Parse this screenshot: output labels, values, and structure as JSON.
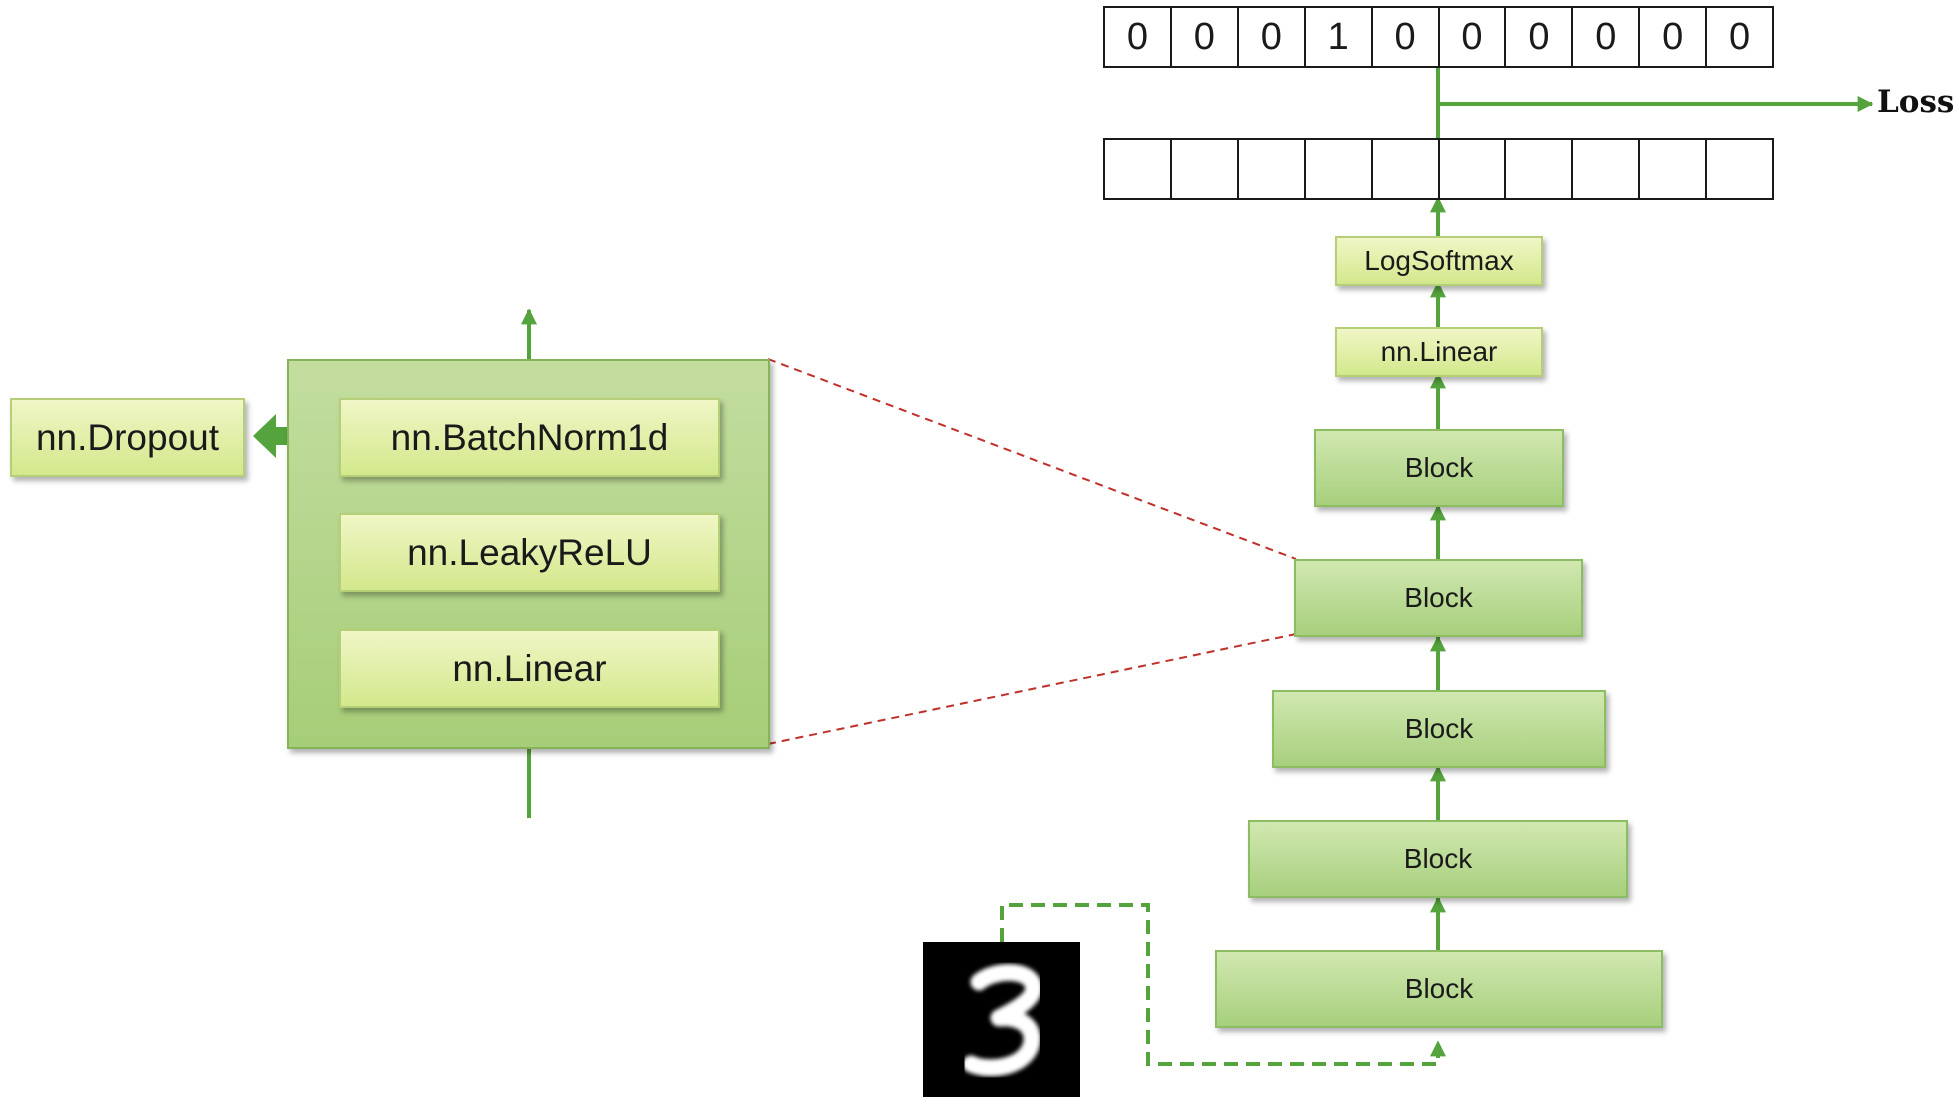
{
  "detail": {
    "dropout_label": "nn.Dropout",
    "layers": [
      "nn.BatchNorm1d",
      "nn.LeakyReLU",
      "nn.Linear"
    ]
  },
  "stack": {
    "log_softmax_label": "LogSoftmax",
    "linear_label": "nn.Linear",
    "block_label": "Block",
    "block_count": 5
  },
  "target_vector": [
    "0",
    "0",
    "0",
    "1",
    "0",
    "0",
    "0",
    "0",
    "0",
    "0"
  ],
  "output_vector_cells": 10,
  "loss_label": "Loss",
  "input_digit": "3",
  "colors": {
    "arrow_green": "#55a33c",
    "dashed_red": "#c0302a",
    "block_green": "#a6cd78",
    "light_box": "#e2f0a8"
  }
}
